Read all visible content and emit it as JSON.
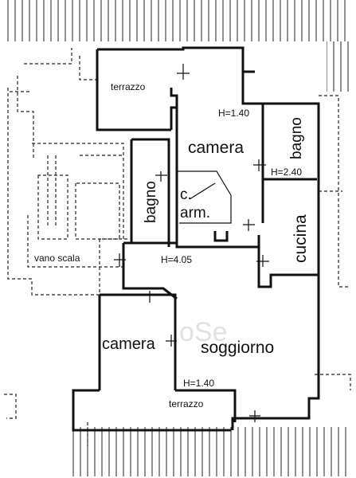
{
  "floorplan": {
    "rooms": {
      "terrazzo_top": "terrazzo",
      "camera_top": "camera",
      "bagno_right": "bagno",
      "bagno_left": "bagno",
      "c_arm_line1": "c.",
      "c_arm_line2": "arm.",
      "cucina": "cucina",
      "vano_scala": "vano scala",
      "camera_bottom": "camera",
      "soggiorno": "soggiorno",
      "terrazzo_bottom": "terrazzo"
    },
    "heights": {
      "camera_top": "H=1.40",
      "bagno_right": "H=2.40",
      "central": "H=4.05",
      "soggiorno_bottom": "H=1.40"
    },
    "watermark": "oSe"
  }
}
